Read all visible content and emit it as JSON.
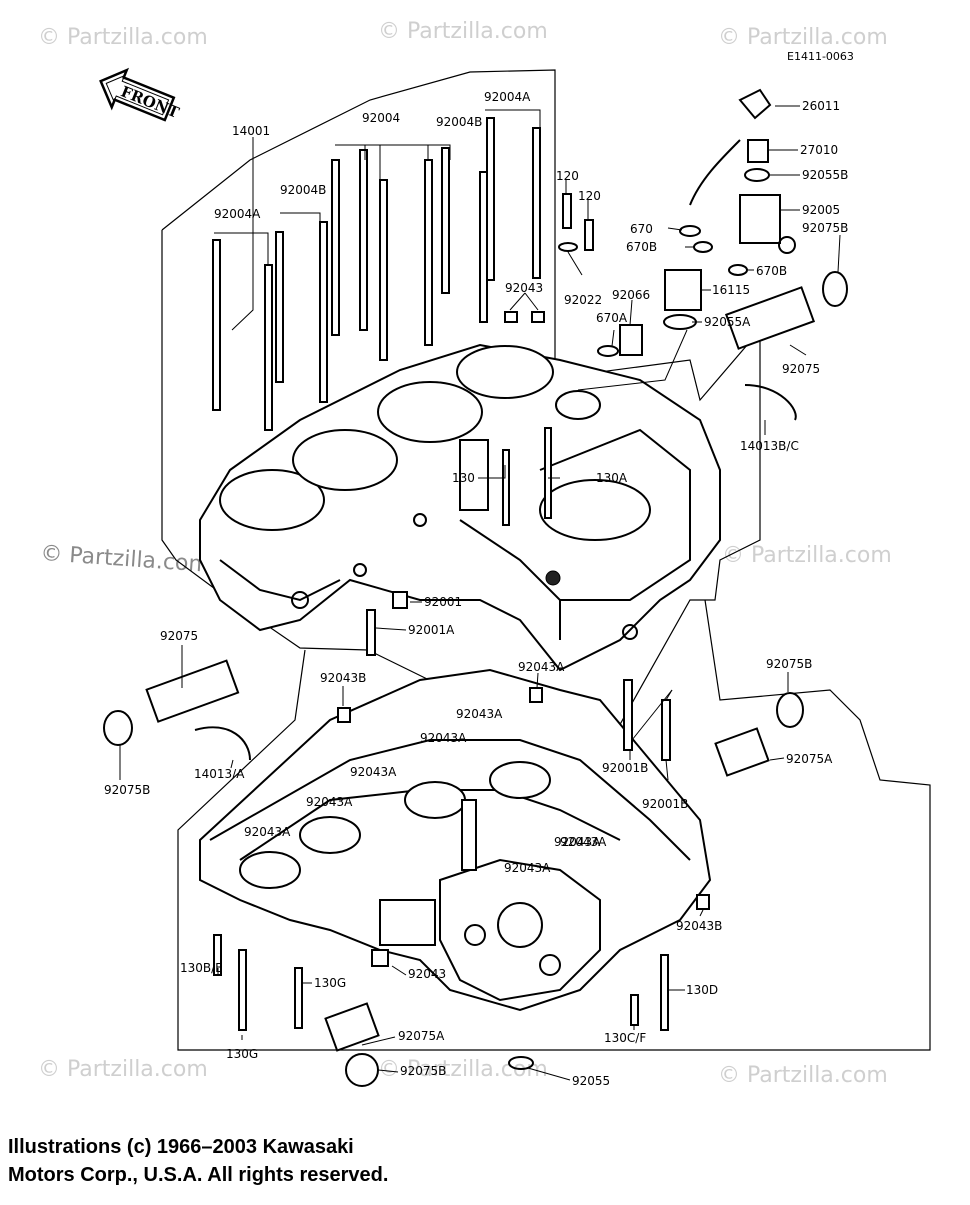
{
  "diagram_code": "E1411-0063",
  "front_arrow_label": "FRONT",
  "watermarks": [
    "© Partzilla.com",
    "© Partzilla.com",
    "© Partzilla.com",
    "© Partzilla.com",
    "© Partzilla.com",
    "© Partzilla.com",
    "© Partzilla.com"
  ],
  "watermark_strong": "© Partzilla.com",
  "copyright": {
    "line1": "Illustrations (c) 1966–2003 Kawasaki",
    "line2": "Motors Corp., U.S.A.  All rights reserved."
  },
  "callouts": [
    "14001",
    "92004",
    "92004A",
    "92004B",
    "92004B",
    "92004A",
    "120",
    "120",
    "26011",
    "27010",
    "92055B",
    "92005",
    "92075B",
    "670",
    "670B",
    "670B",
    "92022",
    "92043",
    "92066",
    "16115",
    "670A",
    "92055A",
    "92075",
    "14013B/C",
    "130",
    "130A",
    "92001",
    "92001A",
    "92075",
    "92075B",
    "14013/A",
    "92043B",
    "92043A",
    "92043A",
    "92043A",
    "92043A",
    "92043A",
    "92043A",
    "92043A",
    "92043A",
    "92043A",
    "92001B",
    "92001B",
    "92075B",
    "92075A",
    "92043B",
    "130B/E",
    "130G",
    "130G",
    "92043",
    "92075A",
    "92075B",
    "92055",
    "130D",
    "130C/F"
  ]
}
